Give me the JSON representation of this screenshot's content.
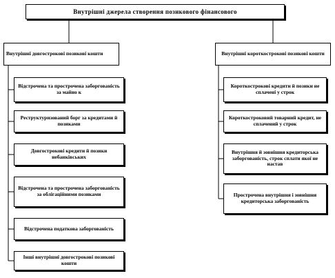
{
  "title": "Внутрішні джерела створення позикового фінансового",
  "left_branch": {
    "header": "Внутрішні довгострокові позикові кошти",
    "items": [
      "Відстрочена та прострочена заборгованість за майно к",
      "Реструктуризований борг за кредитами й позиками",
      "Довгострокові кредити й позики небанківських",
      "Відстрочена та прострочена заборгованість за облігаційними позиками",
      "Відстрочена податкова заборгованість",
      "Інші внутрішні довгострокові позикові кошти"
    ]
  },
  "right_branch": {
    "header": "Внутрішні короткострокові позикові кошти",
    "items": [
      "Короткострокові кредити й позики не сплачені у строк",
      "Короткостроковий товарний кредит, не сплачений у строк",
      "Внутрішня й зовнішня кредиторська заборгованість, строк сплати якої не настав",
      "Прострочена внутрішня і зовнішня кредиторська заборгованість"
    ]
  }
}
